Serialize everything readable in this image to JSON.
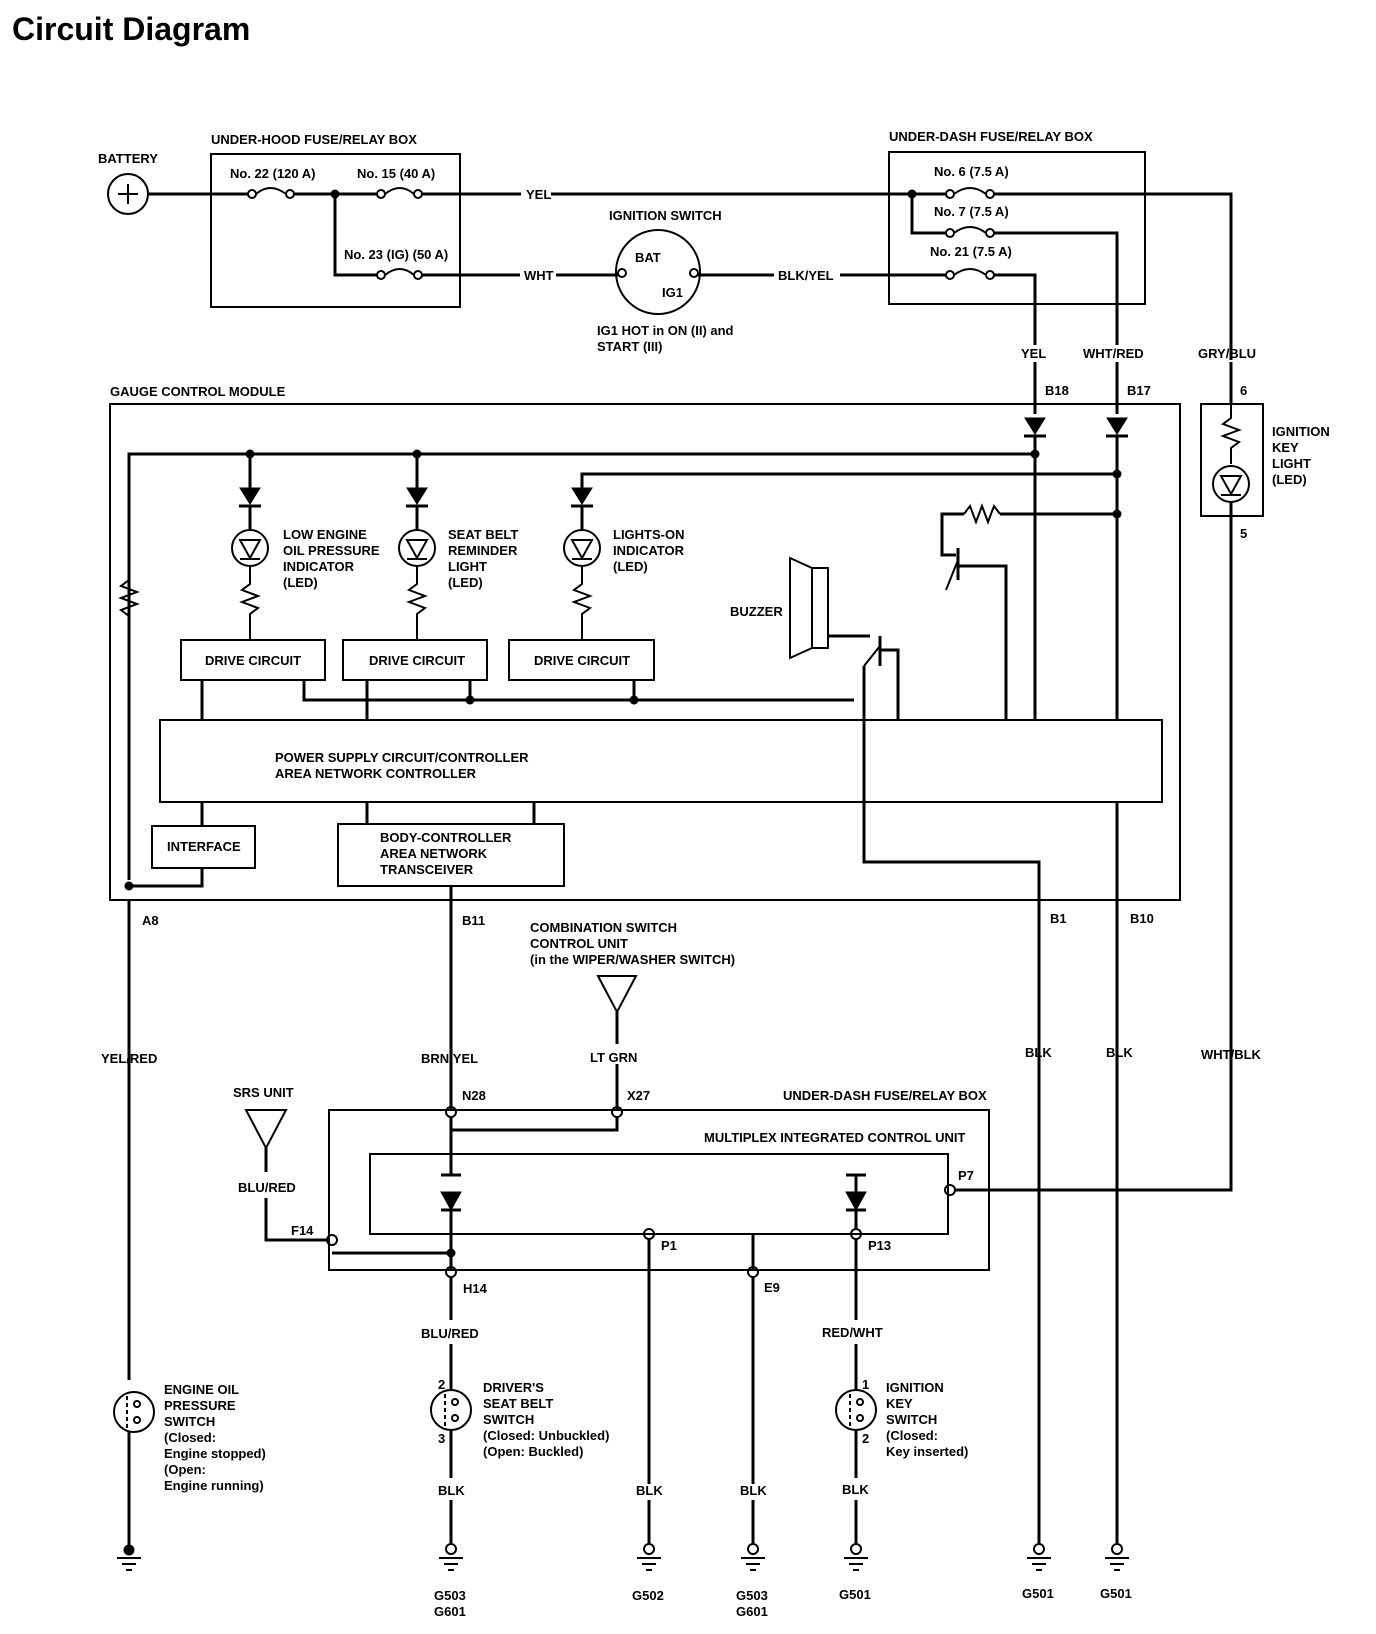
{
  "title": "Circuit Diagram",
  "battery": "BATTERY",
  "underhood_box": "UNDER-HOOD FUSE/RELAY BOX",
  "fuse22": "No. 22 (120 A)",
  "fuse15": "No. 15 (40 A)",
  "fuse23": "No. 23 (IG) (50 A)",
  "underdash_box": "UNDER-DASH FUSE/RELAY BOX",
  "fuse6": "No. 6 (7.5 A)",
  "fuse7": "No. 7 (7.5 A)",
  "fuse21": "No. 21 (7.5 A)",
  "ign_switch": "IGNITION SWITCH",
  "bat": "BAT",
  "ig1": "IG1",
  "ig1_note_1": "IG1 HOT in ON (II) and",
  "ig1_note_2": "START (III)",
  "gcm": "GAUGE CONTROL MODULE",
  "wires": {
    "yel": "YEL",
    "wht": "WHT",
    "blk_yel": "BLK/YEL",
    "yel_b18": "YEL",
    "wht_red": "WHT/RED",
    "gry_blu": "GRY/BLU",
    "yel_red": "YEL/RED",
    "brn_yel": "BRN/YEL",
    "lt_grn": "LT GRN",
    "blk_b1": "BLK",
    "blk_b10": "BLK",
    "wht_blk": "WHT/BLK",
    "blu_red_srs": "BLU/RED",
    "blu_red_h14": "BLU/RED",
    "red_wht": "RED/WHT",
    "blk_seat": "BLK",
    "blk_p1": "BLK",
    "blk_e9": "BLK",
    "blk_ign": "BLK"
  },
  "pins": {
    "b18": "B18",
    "b17": "B17",
    "six": "6",
    "five": "5",
    "a8": "A8",
    "b11": "B11",
    "b1": "B1",
    "b10": "B10",
    "n28": "N28",
    "x27": "X27",
    "f14": "F14",
    "h14": "H14",
    "p1": "P1",
    "e9": "E9",
    "p13": "P13",
    "p7": "P7",
    "seat2": "2",
    "seat3": "3",
    "ign1": "1",
    "ign2": "2"
  },
  "key_light": [
    "IGNITION",
    "KEY",
    "LIGHT",
    "(LED)"
  ],
  "led_oil": [
    "LOW ENGINE",
    "OIL PRESSURE",
    "INDICATOR",
    "(LED)"
  ],
  "led_seat": [
    "SEAT BELT",
    "REMINDER",
    "LIGHT",
    "(LED)"
  ],
  "led_lights": [
    "LIGHTS-ON",
    "INDICATOR",
    "(LED)"
  ],
  "buzzer": "BUZZER",
  "drive_circuit": "DRIVE CIRCUIT",
  "psc": [
    "POWER SUPPLY CIRCUIT/CONTROLLER",
    "AREA NETWORK CONTROLLER"
  ],
  "interface": "INTERFACE",
  "bcan": [
    "BODY-CONTROLLER",
    "AREA NETWORK",
    "TRANSCEIVER"
  ],
  "combo": [
    "COMBINATION SWITCH",
    "CONTROL UNIT",
    "(in the WIPER/WASHER SWITCH)"
  ],
  "srs": "SRS UNIT",
  "underdash_box2": "UNDER-DASH FUSE/RELAY BOX",
  "micu": "MULTIPLEX INTEGRATED CONTROL UNIT",
  "oil_switch": [
    "ENGINE OIL",
    "PRESSURE",
    "SWITCH",
    "(Closed:",
    "Engine stopped)",
    "(Open:",
    "Engine running)"
  ],
  "seat_switch": [
    "DRIVER'S",
    "SEAT BELT",
    "SWITCH",
    "(Closed: Unbuckled)",
    "(Open: Buckled)"
  ],
  "ign_key_switch": [
    "IGNITION",
    "KEY",
    "SWITCH",
    "(Closed:",
    "Key inserted)"
  ],
  "grounds": {
    "g_seat_1": "G503",
    "g_seat_2": "G601",
    "g_p1": "G502",
    "g_e9_1": "G503",
    "g_e9_2": "G601",
    "g_ign": "G501",
    "g_b1": "G501",
    "g_b10": "G501"
  }
}
